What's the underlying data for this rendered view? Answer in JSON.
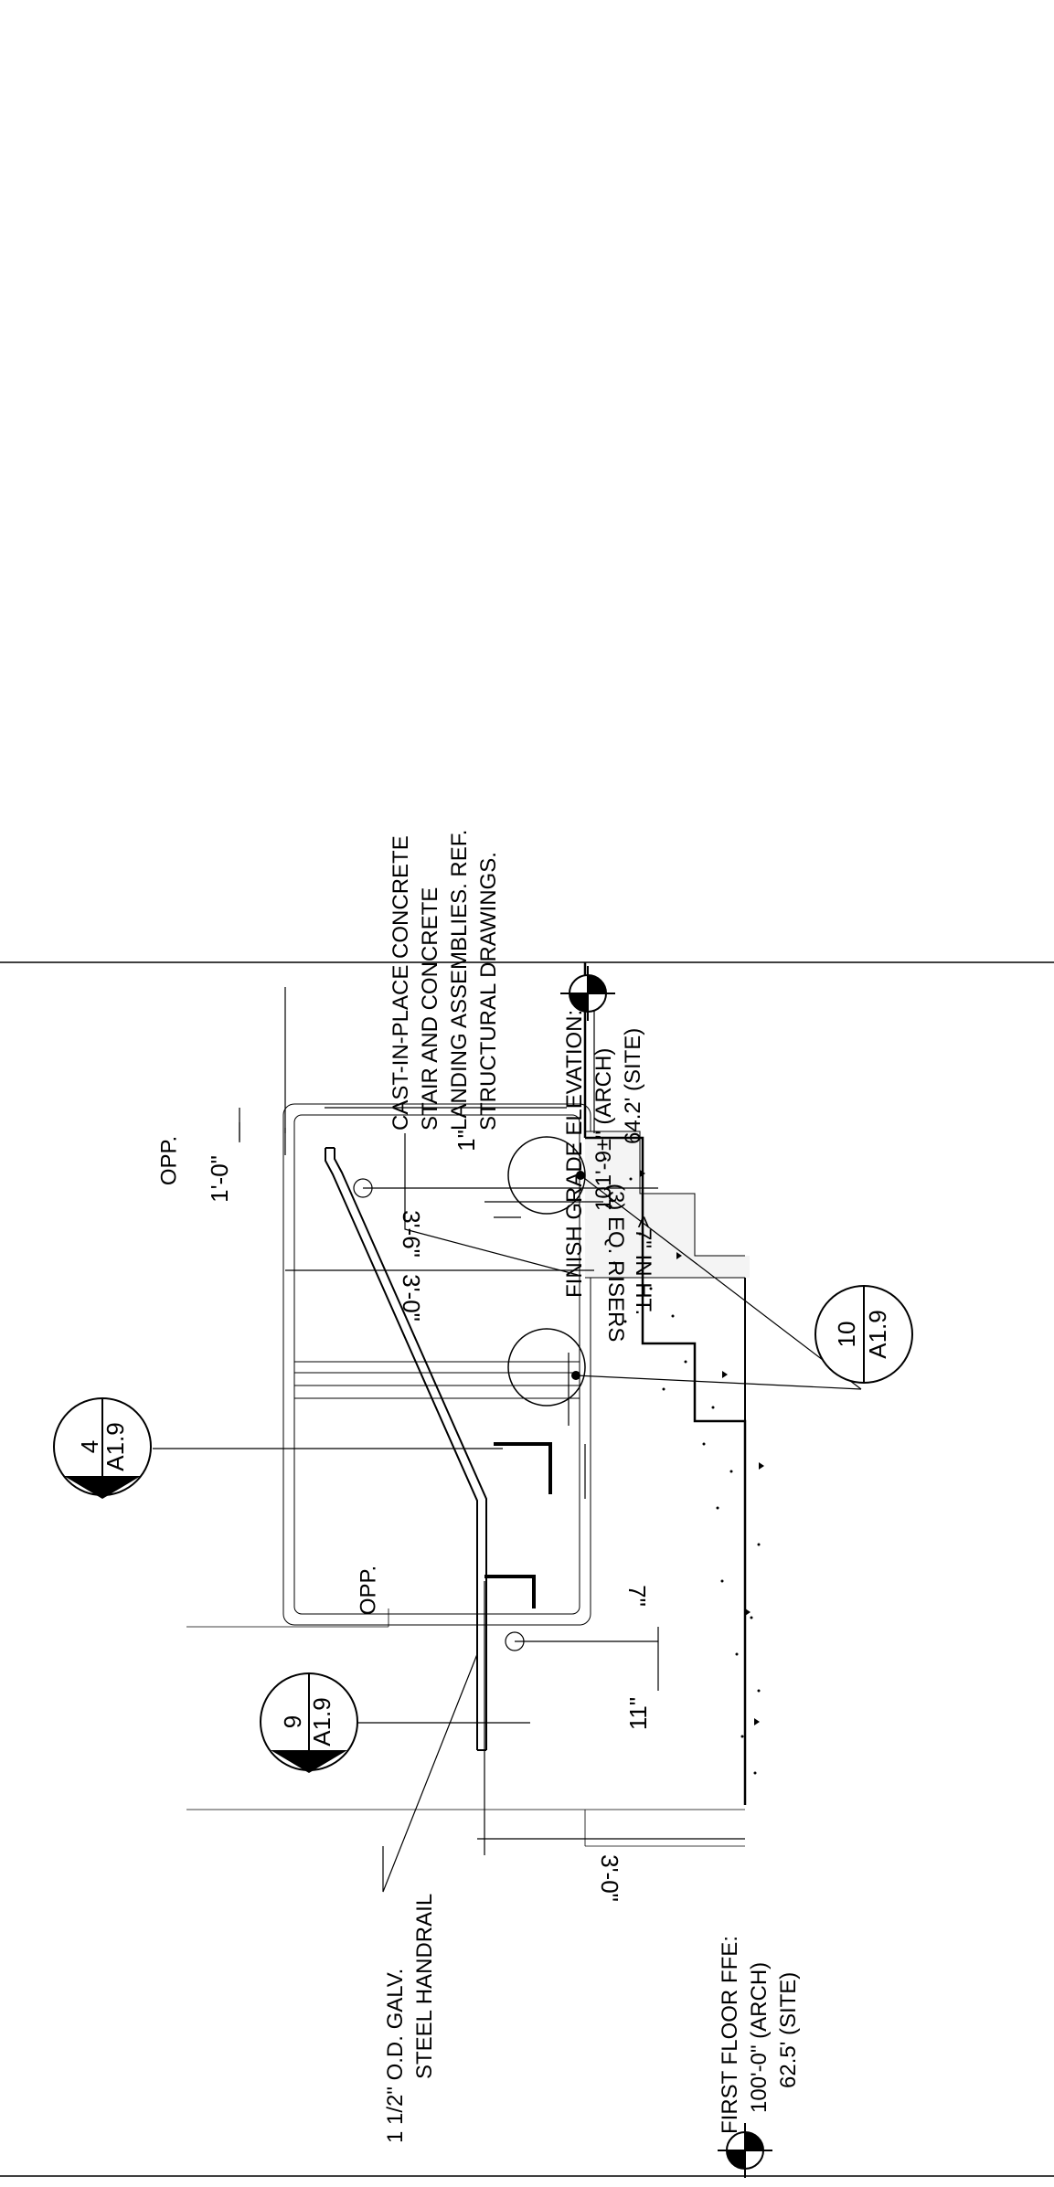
{
  "notes": {
    "stair": [
      "CAST-IN-PLACE CONCRETE",
      "STAIR AND CONCRETE",
      "LANDING ASSEMBLIES.  REF.",
      "STRUCTURAL DRAWINGS."
    ],
    "finish_grade": [
      "FINISH GRADE ELEVATION:",
      "101'-9±\" (ARCH)",
      "64.2' (SITE)"
    ],
    "risers": [
      "(3) EQ. RISERS",
      "<7\" IN HT."
    ],
    "first_floor": [
      "FIRST FLOOR FFE:",
      "100'-0\" (ARCH)",
      "62.5' (SITE)"
    ],
    "handrail": [
      "1 1/2\" O.D. GALV.",
      "STEEL HANDRAIL"
    ],
    "opp_1": "OPP.",
    "opp_2": "OPP."
  },
  "dimensions": {
    "d_3_6": "3'-6\"",
    "d_3_0_upper": "3'-0\"",
    "d_1_0": "1'-0\"",
    "d_1": "1\"",
    "d_7": "7\"",
    "d_11": "11\"",
    "d_3_0_lower": "3'-0\""
  },
  "tags": {
    "tag_4": {
      "number": "4",
      "sheet": "A1.9"
    },
    "tag_9": {
      "number": "9",
      "sheet": "A1.9"
    },
    "tag_10": {
      "number": "10",
      "sheet": "A1.9"
    }
  }
}
